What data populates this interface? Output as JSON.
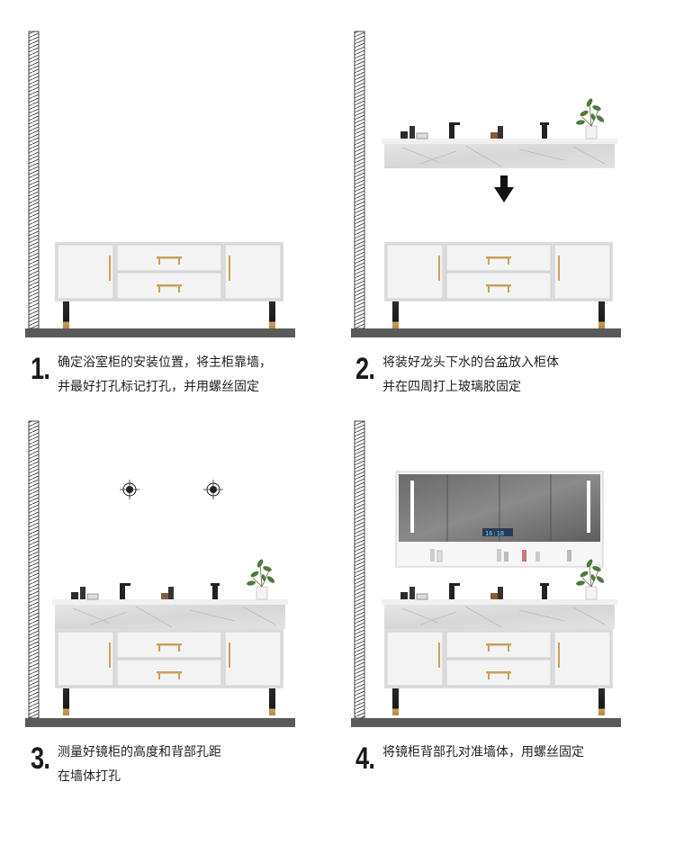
{
  "steps": [
    {
      "number": "1.",
      "line1": "确定浴室柜的安装位置，将主柜靠墙，",
      "line2": "并最好打孔标记打孔，并用螺丝固定"
    },
    {
      "number": "2.",
      "line1": "将装好龙头下水的台盆放入柜体",
      "line2": "并在四周打上玻璃胶固定"
    },
    {
      "number": "3.",
      "line1": "测量好镜柜的高度和背部孔距",
      "line2": "在墙体打孔"
    },
    {
      "number": "4.",
      "line1": "将镜柜背部孔对准墙体，用螺丝固定",
      "line2": ""
    }
  ],
  "mirror": {
    "clock": "16:18"
  },
  "colors": {
    "wall": "#555555",
    "floor": "#5a5a5a",
    "cabinet": "#f1f1f1",
    "gold": "#c9a15a",
    "marble": "#dcdcdc"
  }
}
